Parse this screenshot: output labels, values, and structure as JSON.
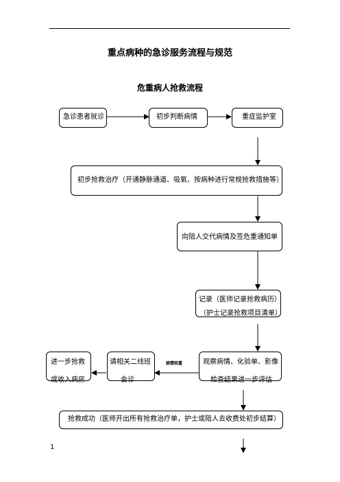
{
  "header_line": true,
  "doc_title": "重点病种的急诊服务流程与规范",
  "section_title": "危重病人抢救流程",
  "boxes": {
    "arrival": "急诊患者就诊",
    "initial_assess": "初步判断病情",
    "icu": "重症监护室",
    "initial_treatment": "初步抢救治疗（开通静脉通道、吸氧、按病种进行常规抢救措施等）",
    "notify_family": "向陪人交代病情及签危重通知单",
    "record_line1": "记录（医师记录抢救病历）",
    "record_line2": "（护士记录抢救项目清单）",
    "observe_line1": "观察病情、化验单、影像",
    "observe_line2": "检查结果进一步评估",
    "consult_line1": "请相关二线班",
    "consult_line2": "会诊",
    "further_line1": "进一步抢救",
    "further_line2": "或收入病房",
    "success": "抢救成功（医师开出所有抢救治疗单，护士或陪人去收费处初步结算）"
  },
  "arrow_label": "病情较重",
  "page_number": "1"
}
